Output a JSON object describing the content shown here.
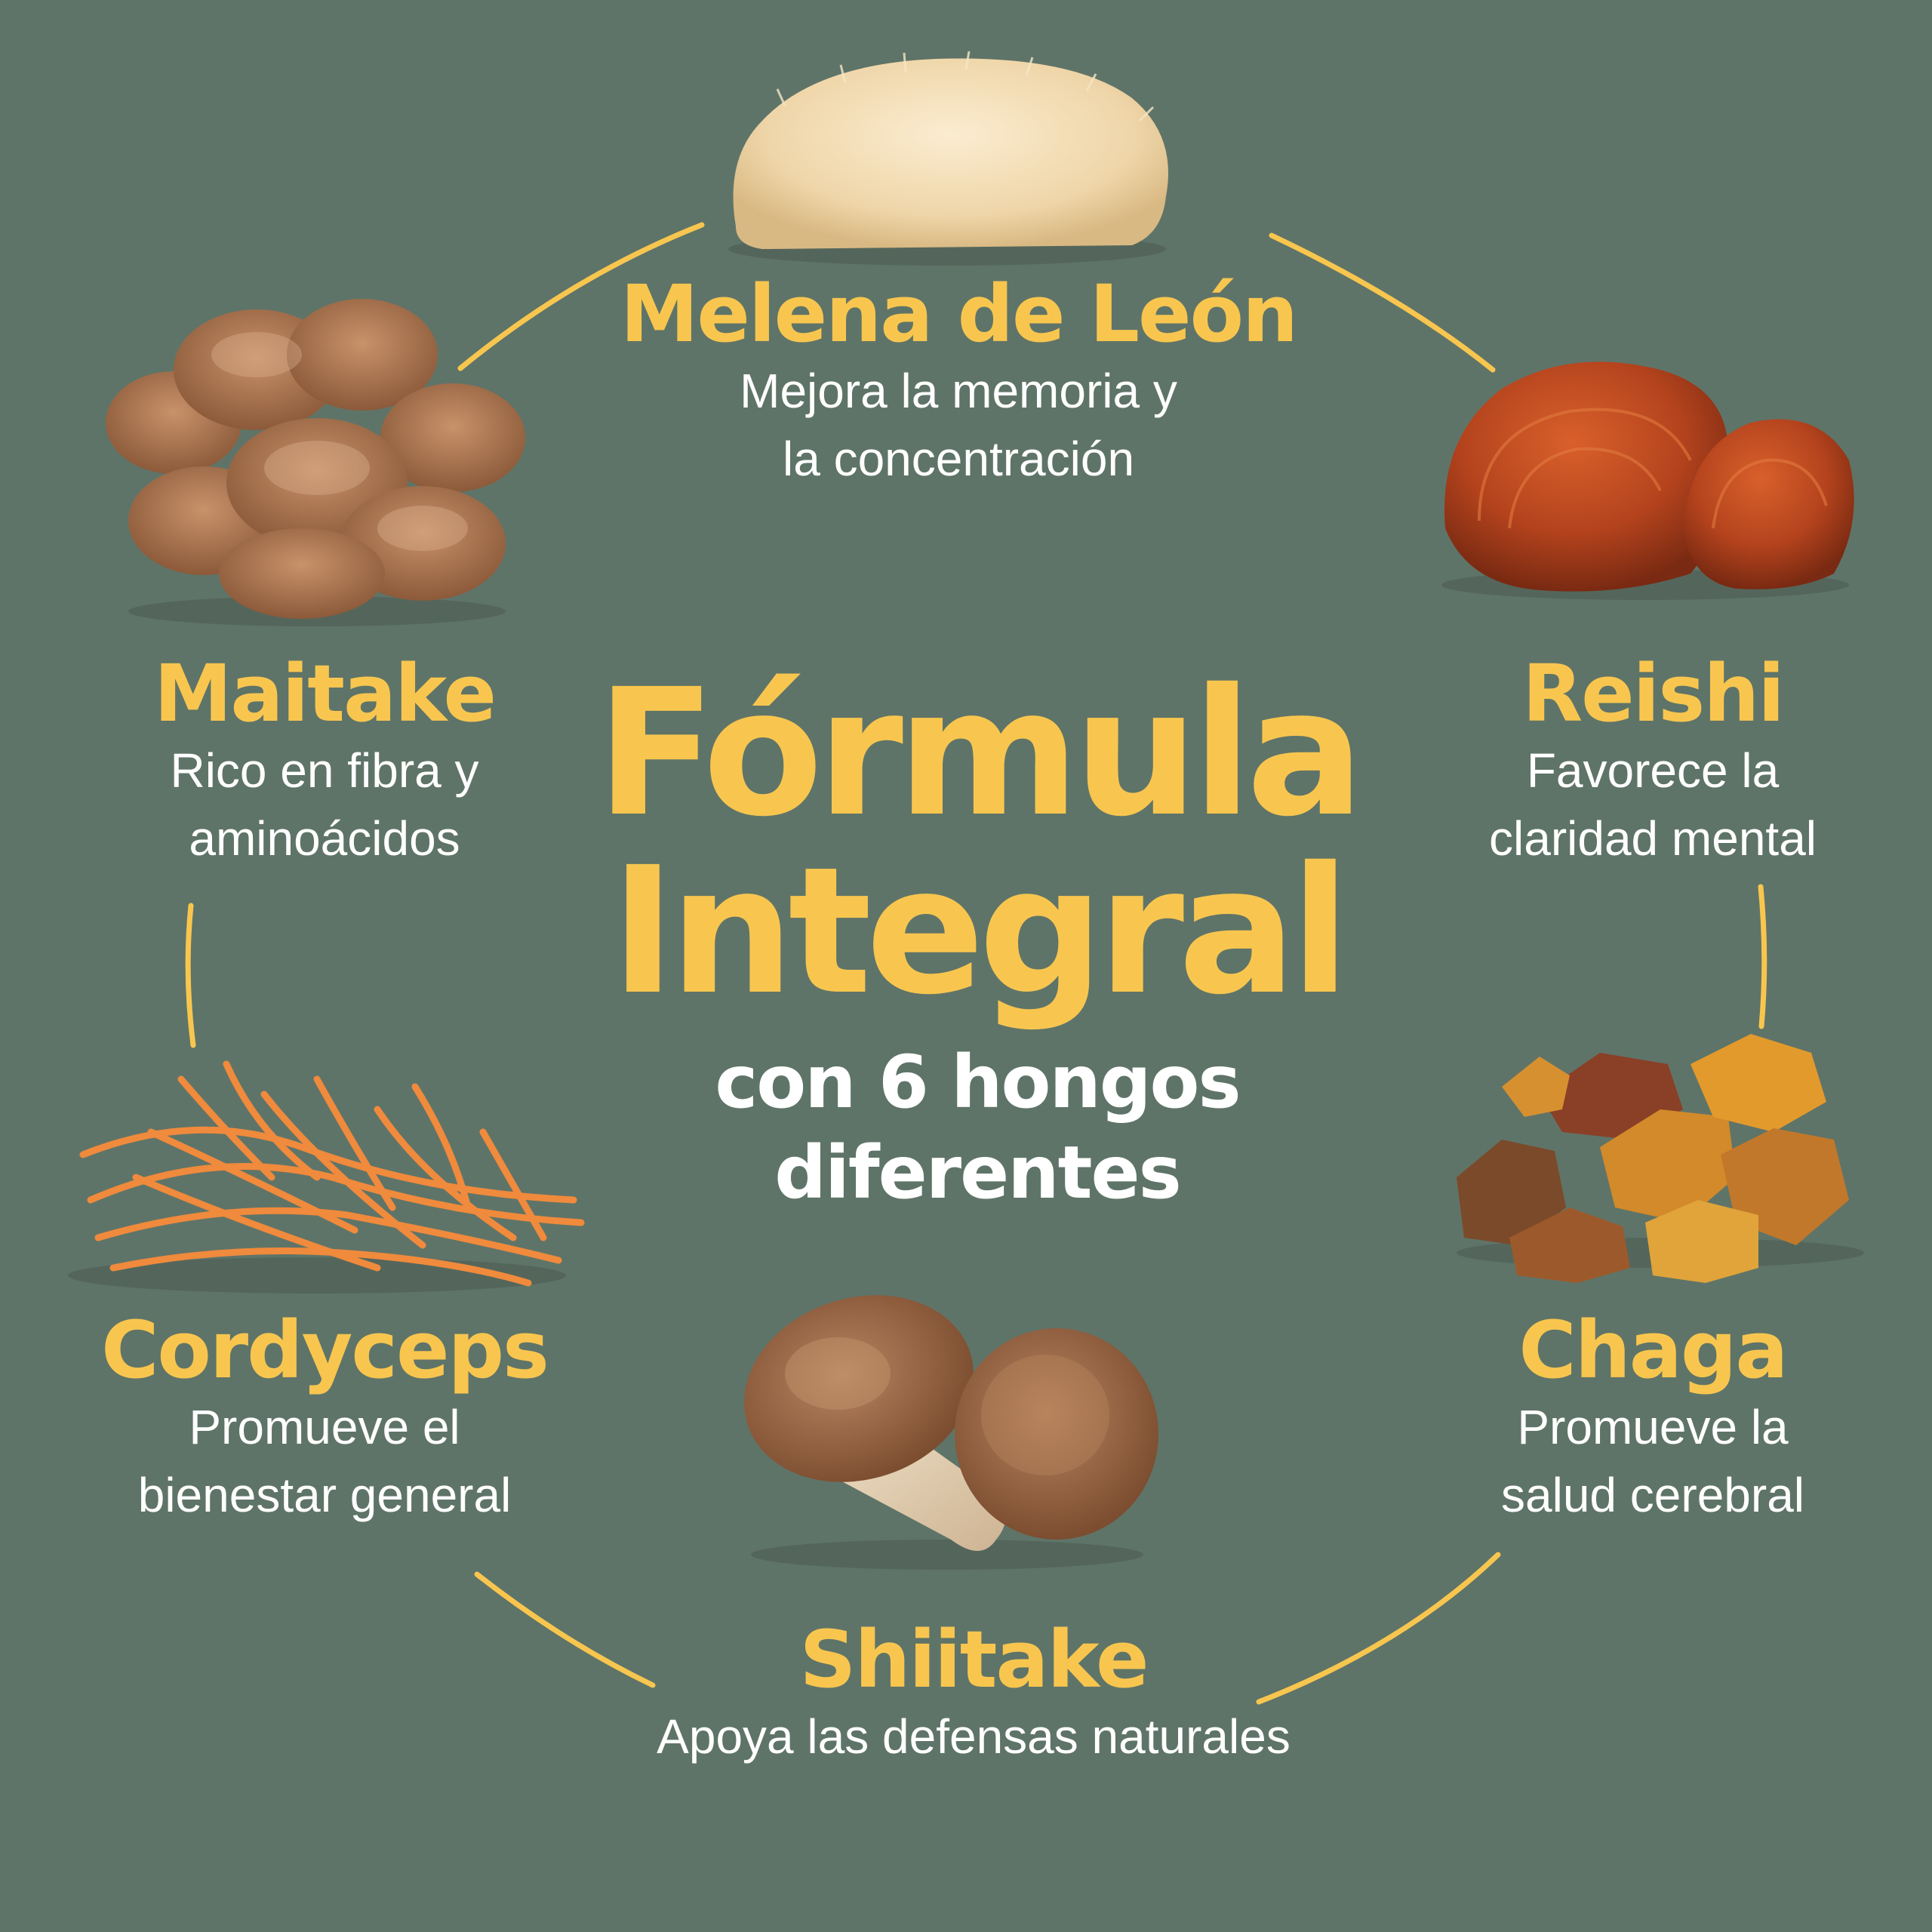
{
  "colors": {
    "background": "#5f7468",
    "accent": "#f8c64f",
    "text": "#ffffff"
  },
  "center": {
    "title_line1": "Fórmula",
    "title_line2": "Integral",
    "subtitle_line1": "con 6 hongos",
    "subtitle_line2": "diferentes"
  },
  "mushrooms": {
    "melena": {
      "name": "Melena de León",
      "line1": "Mejora la memoria y",
      "line2": "la concentración"
    },
    "reishi": {
      "name": "Reishi",
      "line1": "Favorece la",
      "line2": "claridad mental"
    },
    "chaga": {
      "name": "Chaga",
      "line1": "Promueve la",
      "line2": "salud cerebral"
    },
    "shiitake": {
      "name": "Shiitake",
      "line1": "Apoya las defensas naturales"
    },
    "cordyceps": {
      "name": "Cordyceps",
      "line1": "Promueve el",
      "line2": "bienestar general"
    },
    "maitake": {
      "name": "Maitake",
      "line1": "Rico en fibra y",
      "line2": "aminoácidos"
    }
  }
}
